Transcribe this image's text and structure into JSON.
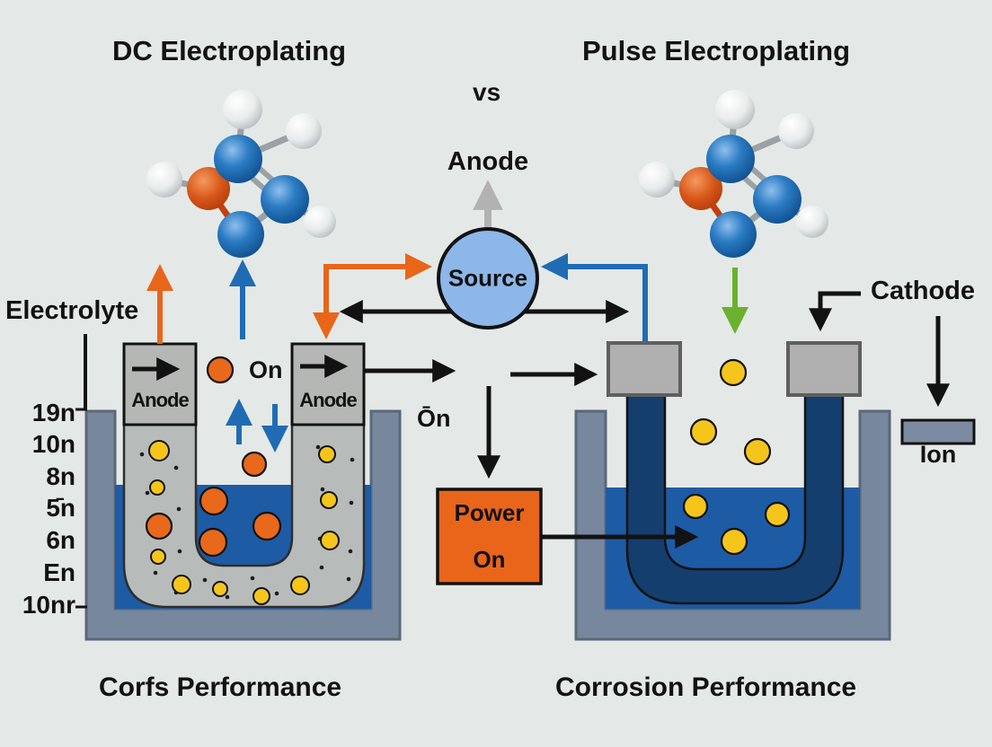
{
  "titles": {
    "left": "DC Electroplating",
    "vs": "vs",
    "right": "Pulse Electroplating",
    "bottom_left": "Corfs Performance",
    "bottom_right": "Corrosion Performance"
  },
  "labels": {
    "anode_top": "Anode",
    "source": "Source",
    "electrolyte": "Electrolyte",
    "cathode": "Cathode",
    "ion": "Ion",
    "on_left": "On",
    "on_center": "Ōn",
    "power_line1": "Power",
    "power_line2": "On",
    "anode_box1": "Anode",
    "anode_box2": "Anode"
  },
  "axis": {
    "labels": [
      "19n",
      "10n",
      "8n",
      "5̄n",
      "6n",
      "En",
      "10nr"
    ]
  },
  "icons": {
    "molecule_left": "ball-and-stick-molecule",
    "molecule_right": "ball-and-stick-molecule",
    "source_circle": "power-source-node",
    "power_box": "power-on-box"
  },
  "colors": {
    "background": "#e4e9e7",
    "accent_orange": "#e8651a",
    "accent_blue": "#1f6cb4",
    "liquid_blue": "#1d5ba5",
    "beaker_slate": "#76879e",
    "tube_gray": "#b7bcba",
    "navy_electrode": "#133e6e",
    "source_fill": "#8cb7e8",
    "green_arrow": "#6ab12e",
    "ion_yellow": "#f6c51c",
    "ion_orange": "#e8681c",
    "electrode_gray": "#b0b0b0",
    "text_black": "#121212"
  }
}
